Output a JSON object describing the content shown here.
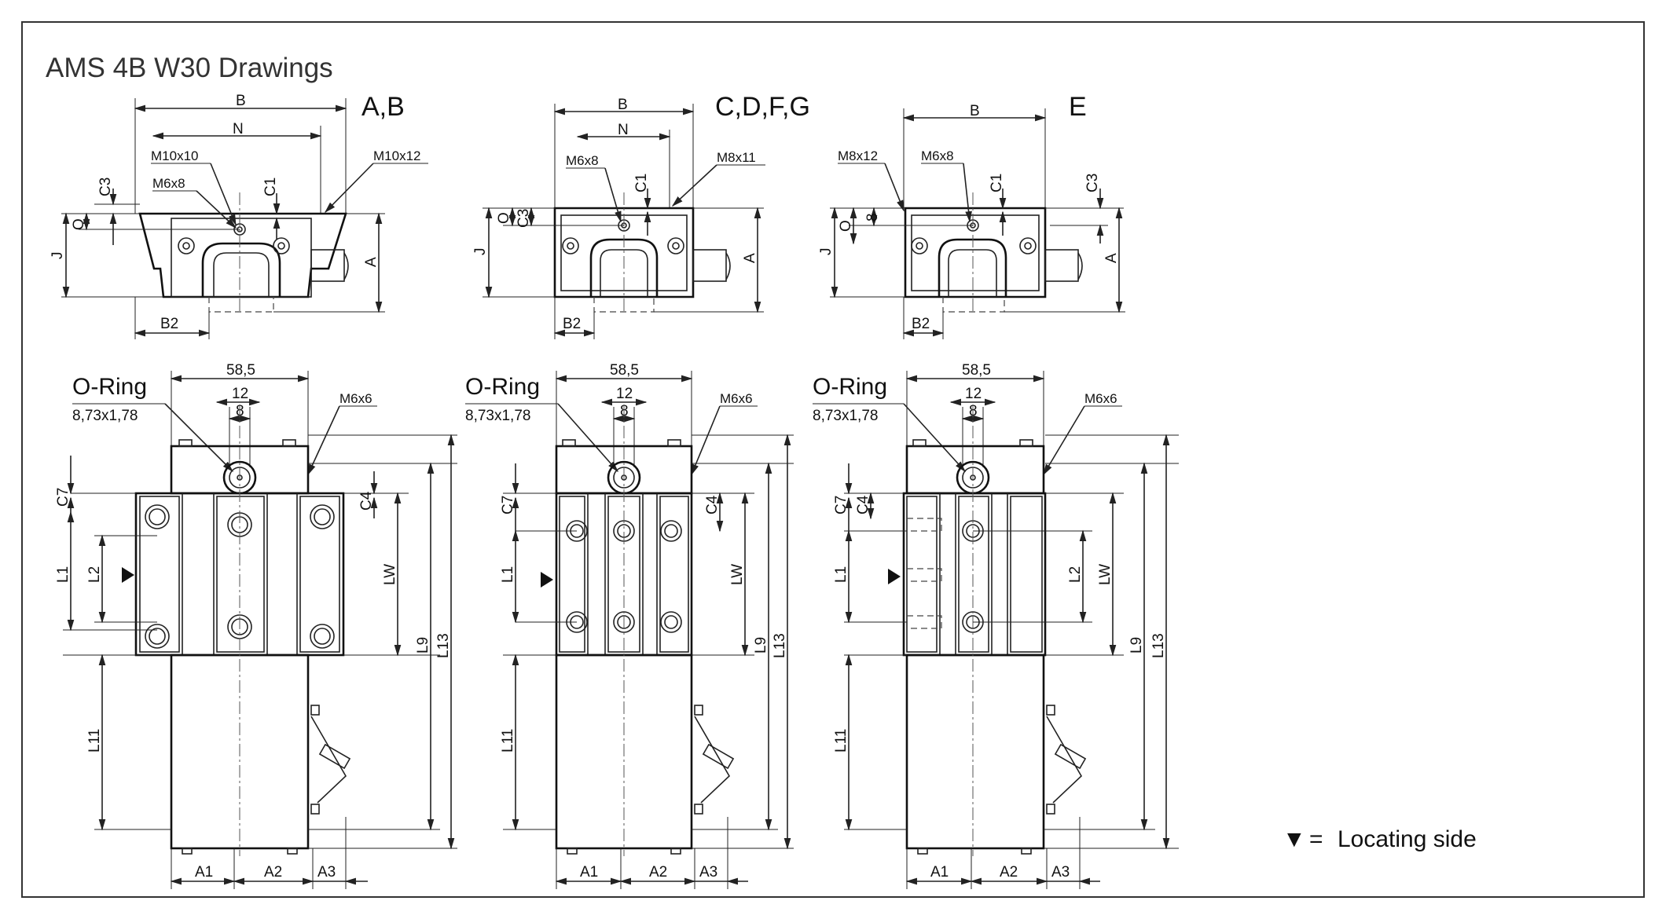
{
  "title": "AMS 4B W30 Drawings",
  "variants": [
    {
      "label": "A,B",
      "callouts": [
        "M10x10",
        "M6x8",
        "M10x12"
      ],
      "labels": {
        "B": "B",
        "N": "N",
        "C1": "C1",
        "C3": "C3",
        "O": "O",
        "J": "J",
        "A": "A",
        "B2": "B2"
      }
    },
    {
      "label": "C,D,F,G",
      "callouts": [
        "M6x8",
        "M8x11"
      ],
      "labels": {
        "B": "B",
        "N": "N",
        "C1": "C1",
        "C3": "C3",
        "O": "O",
        "J": "J",
        "A": "A",
        "B2": "B2"
      }
    },
    {
      "label": "E",
      "callouts": [
        "M8x12",
        "M6x8",
        "8"
      ],
      "labels": {
        "B": "B",
        "C1": "C1",
        "C3": "C3",
        "O": "O",
        "J": "J",
        "A": "A",
        "B2": "B2"
      }
    }
  ],
  "plan": {
    "oring_label": "O-Ring",
    "oring_spec": "8,73x1,78",
    "width": "58,5",
    "d12": "12",
    "d8": "8",
    "port": "M6x6",
    "labels": {
      "C7": "C7",
      "C4": "C4",
      "L1": "L1",
      "L2": "L2",
      "LW": "LW",
      "L9": "L9",
      "L13": "L13",
      "L11": "L11",
      "A1": "A1",
      "A2": "A2",
      "A3": "A3"
    }
  },
  "legend": {
    "symbol": "▼",
    "equals": "=",
    "text": "Locating side"
  }
}
